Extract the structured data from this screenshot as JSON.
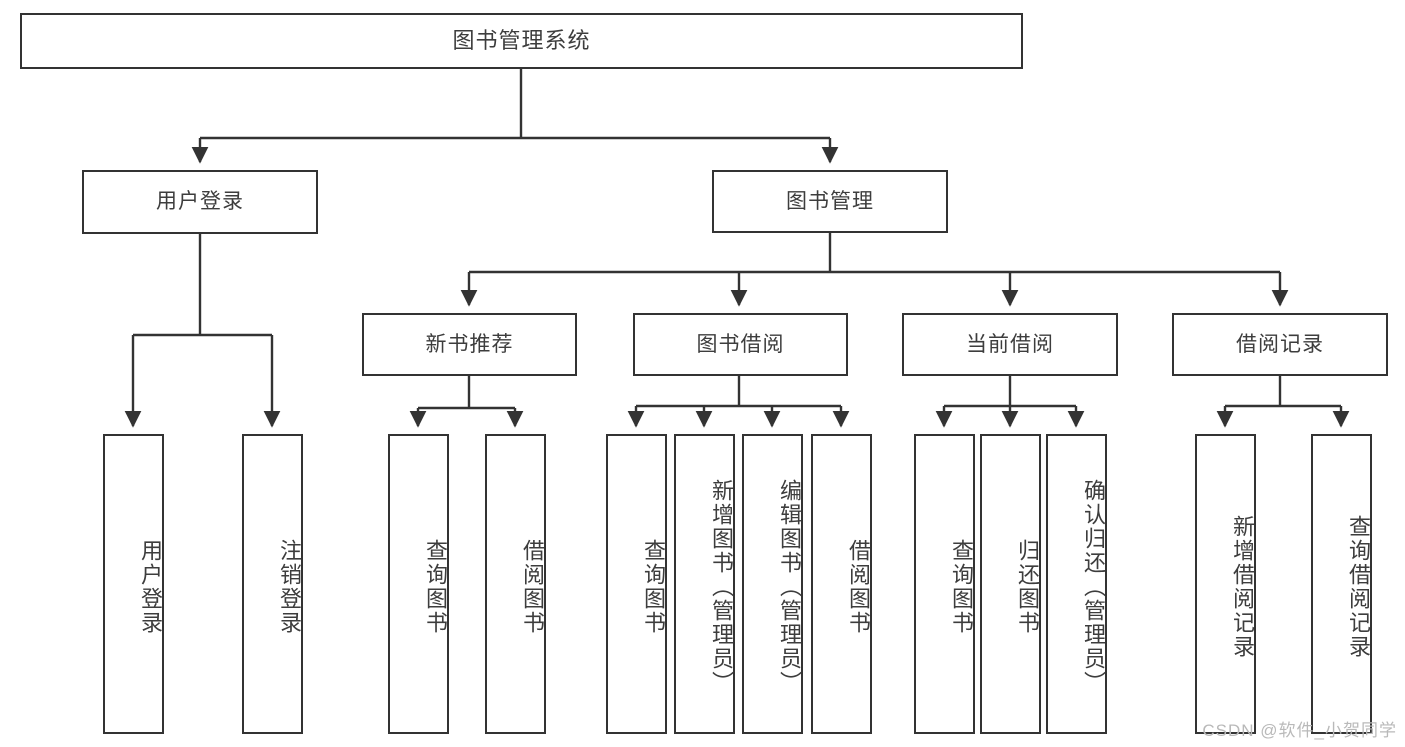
{
  "diagram": {
    "title": "图书管理系统",
    "type": "tree-hierarchy-chart",
    "orientation": "top-down",
    "colors": {
      "background": "#ffffff",
      "box_border": "#333333",
      "box_fill": "#ffffff",
      "text": "#3d3d3d",
      "connector": "#333333",
      "watermark": "#b9b9b9"
    },
    "root": {
      "label": "图书管理系统"
    },
    "level2": [
      {
        "label": "用户登录"
      },
      {
        "label": "图书管理"
      }
    ],
    "level3": [
      {
        "label": "新书推荐"
      },
      {
        "label": "图书借阅"
      },
      {
        "label": "当前借阅"
      },
      {
        "label": "借阅记录"
      }
    ],
    "leaves": {
      "user_login": [
        {
          "label": "用户登录"
        },
        {
          "label": "注销登录"
        }
      ],
      "new_book_recommend": [
        {
          "label": "查询图书"
        },
        {
          "label": "借阅图书"
        }
      ],
      "book_borrow": [
        {
          "label": "查询图书"
        },
        {
          "label": "新增图书（管理员）"
        },
        {
          "label": "编辑图书（管理员）"
        },
        {
          "label": "借阅图书"
        }
      ],
      "current_borrow": [
        {
          "label": "查询图书"
        },
        {
          "label": "归还图书"
        },
        {
          "label": "确认归还（管理员）"
        }
      ],
      "borrow_record": [
        {
          "label": "新增借阅记录"
        },
        {
          "label": "查询借阅记录"
        }
      ]
    }
  },
  "watermark": {
    "text": "CSDN @软件_小贺同学"
  }
}
